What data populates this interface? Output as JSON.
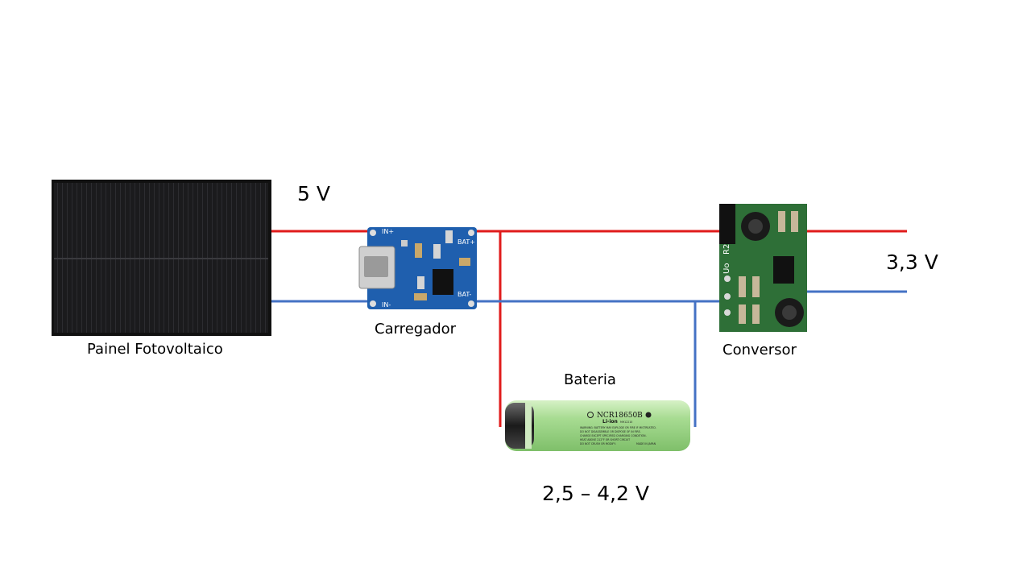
{
  "components": {
    "panel": {
      "label": "Painel Fotovoltaico",
      "icon": "solar-panel"
    },
    "charger": {
      "label": "Carregador",
      "icon": "charger-board",
      "pins": {
        "in_plus": "IN+",
        "in_minus": "IN-",
        "bat_plus": "BAT+",
        "bat_minus": "BAT-"
      }
    },
    "converter": {
      "label": "Conversor",
      "icon": "converter-board",
      "markings": {
        "r2": "R2",
        "uo": "Uo"
      }
    },
    "battery": {
      "label": "Bateria",
      "icon": "battery-18650",
      "markings": {
        "model": "NCR18650B",
        "chem": "Li-ion",
        "code": "MH12210",
        "origin": "MADE IN JAPAN",
        "warn1": "WARNING: BATTERY MAY EXPLODE OR FIRE IF MISTREATED.",
        "warn2": "DO NOT DISASSEMBLE OR DISPOSE OF IN FIRE.",
        "warn3": "CHARGE EXCEPT SPECIFIED CHARGING CONDITION.",
        "warn4": "HEAT ABOVE 212°F OR SHORT CIRCUIT",
        "warn5": "DO NOT CRUSH OR MODIFY."
      }
    }
  },
  "voltages": {
    "input": "5 V",
    "output": "3,3 V",
    "battery": "2,5 – 4,2 V"
  },
  "wire_colors": {
    "positive": "#e01b1b",
    "negative": "#4472c4"
  }
}
